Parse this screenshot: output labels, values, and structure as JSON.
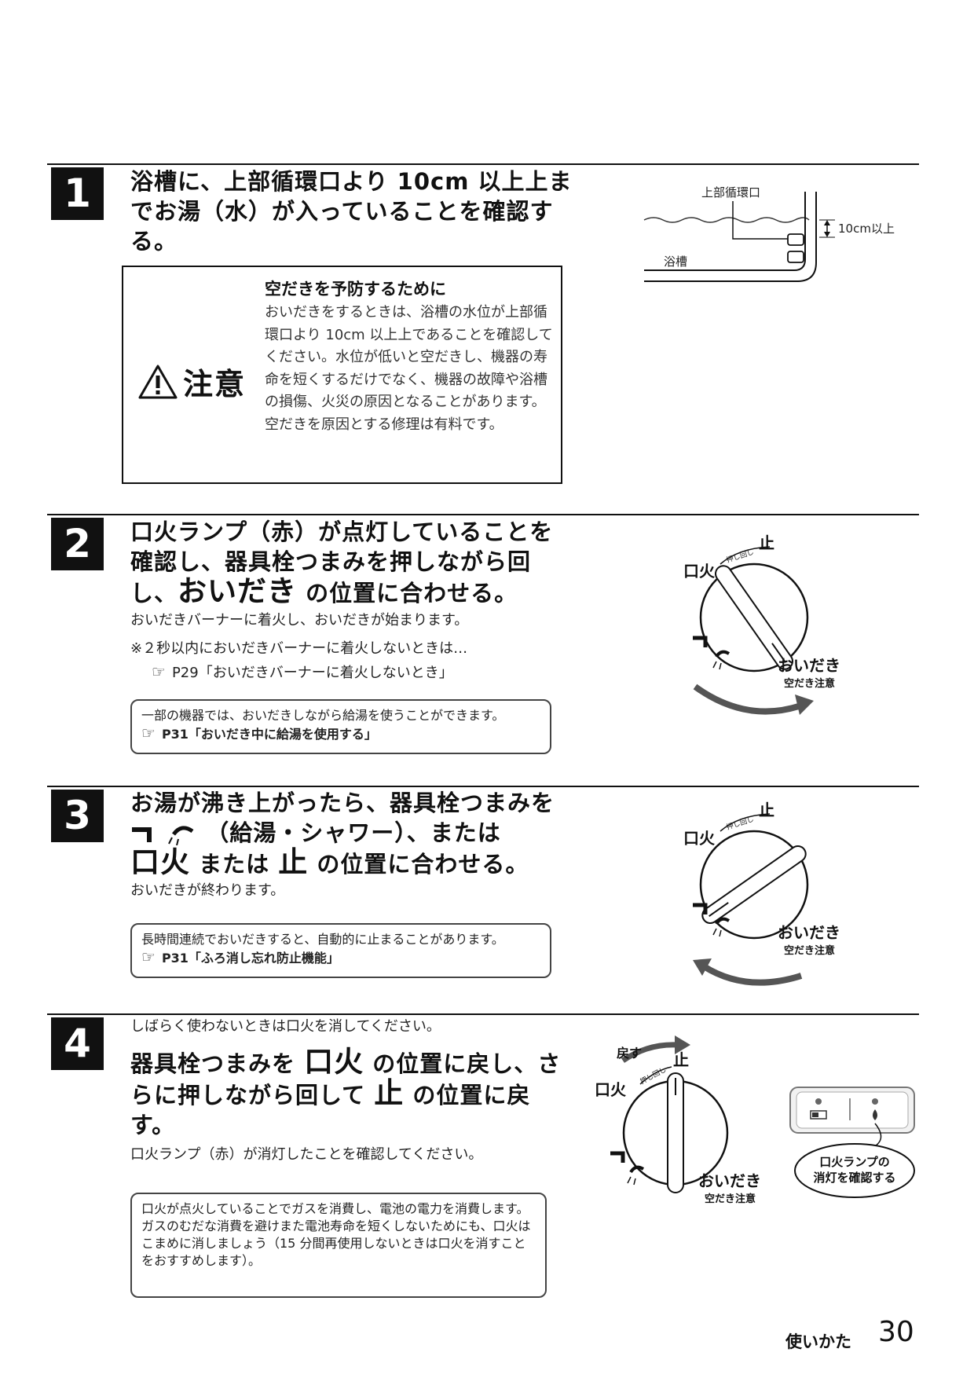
{
  "steps": [
    {
      "number": "1",
      "title": "浴槽に、上部循環口より 10cm 以上上までお湯（水）が入っていることを確認する。",
      "caution": {
        "word": "注意",
        "title": "空だきを予防するために",
        "text": "おいだきをするときは、浴槽の水位が上部循環口より 10cm 以上上であることを確認してください。水位が低いと空だきし、機器の寿命を短くするだけでなく、機器の故障や浴槽の損傷、火災の原因となることがあります。空だきを原因とする修理は有料です。"
      },
      "diagram": {
        "outlet_label": "上部循環口",
        "height_label": "10cm以上",
        "tub_label": "浴槽"
      }
    },
    {
      "number": "2",
      "title_line1": "口火ランプ（赤）が点灯していることを確認し、器具栓つまみを押しながら回し、",
      "title_emph": "おいだき",
      "title_rest": "の位置に合わせる。",
      "body": "おいだきバーナーに着火し、おいだきが始まります。",
      "note_line": "※２秒以内においだきバーナーに着火しないときは…",
      "ref": "P29「おいだきバーナーに着火しないとき」",
      "box_text": "一部の機器では、おいだきしながら給湯を使うことができます。",
      "box_ref": "P31「おいだき中に給湯を使用する」"
    },
    {
      "number": "3",
      "title_line1": "お湯が沸き上がったら、器具栓つまみを",
      "title_line2": "（給湯・シャワー）、または",
      "title_kuchibi": "口火",
      "title_mata": "または",
      "title_tome": "止",
      "title_rest": "の位置に合わせる。",
      "body": "おいだきが終わります。",
      "box_text": "長時間連続でおいだきすると、自動的に止まることがあります。",
      "box_ref": "P31「ふろ消し忘れ防止機能」"
    },
    {
      "number": "4",
      "lead": "しばらく使わないときは口火を消してください。",
      "title_a": "器具栓つまみを",
      "title_kuchibi": "口火",
      "title_b": "の位置に戻し、さらに押しながら回して",
      "title_tome": "止",
      "title_c": "の位置に戻す。",
      "body": "口火ランプ（赤）が消灯したことを確認してください。",
      "box_text": "口火が点火していることでガスを消費し、電池の電力を消費します。ガスのむだな消費を避けまた電池寿命を短くしないためにも、口火はこまめに消しましょう（15 分間再使用しないときは口火を消すことをおすすめします）。",
      "callout_line1": "口火ランプの",
      "callout_line2": "消灯を確認する"
    }
  ],
  "dial_labels": {
    "kuchibi": "口火",
    "tome": "止",
    "oidaki": "おいだき",
    "karadaki": "空だき注意",
    "oshimawashi": "押し回し",
    "modosu": "戻す"
  },
  "footer": {
    "section": "使いかた",
    "page": "30"
  }
}
